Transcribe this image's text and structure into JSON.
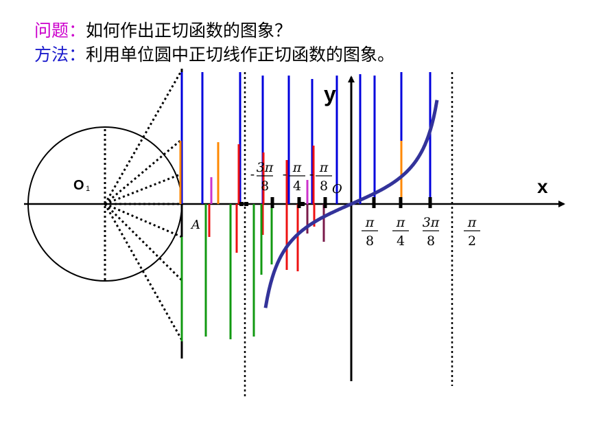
{
  "header": {
    "question_label": "问题：",
    "question_text": "如何作出正切函数的图象？",
    "method_label": "方法：",
    "method_text": "利用单位圆中正切线作正切函数的图象。"
  },
  "axes": {
    "x_label": "x",
    "y_label": "y",
    "origin_label": "O",
    "circle_center_label": "O",
    "circle_center_sub": "1",
    "tangent_point_label": "A"
  },
  "ticks": {
    "neg": [
      {
        "num": "3π",
        "den": "8",
        "sign": "-"
      },
      {
        "num": "π",
        "den": "4",
        "sign": "-"
      },
      {
        "num": "π",
        "den": "8",
        "sign": "-"
      }
    ],
    "pos": [
      {
        "num": "π",
        "den": "8"
      },
      {
        "num": "π",
        "den": "4"
      },
      {
        "num": "3π",
        "den": "8"
      },
      {
        "num": "π",
        "den": "2"
      }
    ]
  },
  "colors": {
    "curve": "#33339a",
    "blue": "#0000dd",
    "red": "#ee1111",
    "green": "#119911",
    "orange": "#ff8800",
    "magenta": "#cc33cc",
    "maroon": "#7a1a4a",
    "black": "#000000"
  }
}
